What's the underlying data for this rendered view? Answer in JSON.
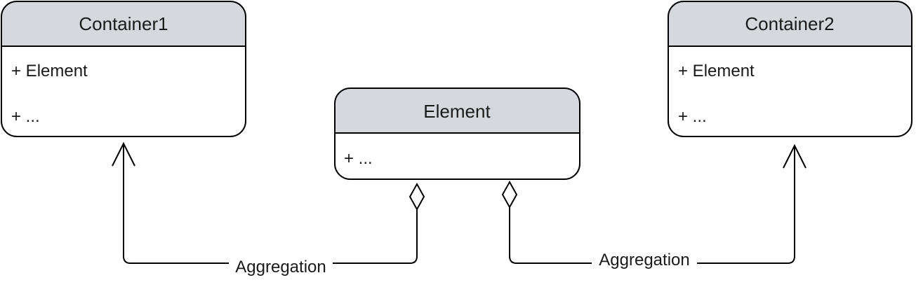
{
  "classes": {
    "container1": {
      "name": "Container1",
      "attributes": [
        "+ Element",
        "+ ..."
      ]
    },
    "element": {
      "name": "Element",
      "attributes": [
        "+ ..."
      ]
    },
    "container2": {
      "name": "Container2",
      "attributes": [
        "+ Element",
        "+ ..."
      ]
    }
  },
  "relations": {
    "left": {
      "label": "Aggregation",
      "from": "Element",
      "to": "Container1"
    },
    "right": {
      "label": "Aggregation",
      "from": "Element",
      "to": "Container2"
    }
  },
  "colors": {
    "header_fill": "#d5d8dc",
    "body_fill": "#ffffff",
    "stroke": "#000000",
    "text": "#1a1a1a"
  }
}
